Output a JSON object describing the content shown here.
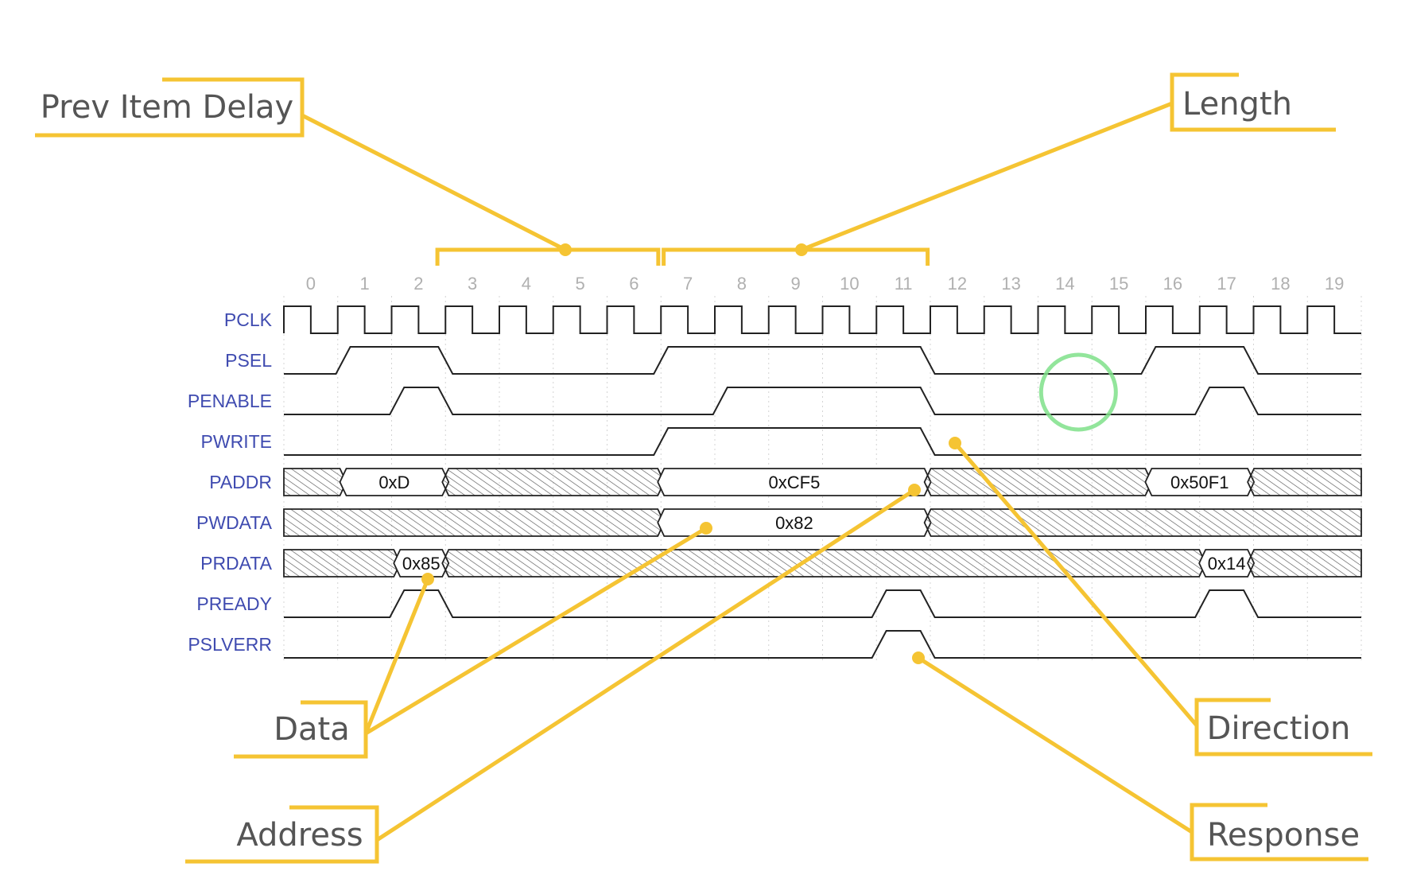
{
  "cycles": [
    "0",
    "1",
    "2",
    "3",
    "4",
    "5",
    "6",
    "7",
    "8",
    "9",
    "10",
    "11",
    "12",
    "13",
    "14",
    "15",
    "16",
    "17",
    "18",
    "19"
  ],
  "signals": [
    {
      "id": "pclk",
      "label": "PCLK",
      "type": "clock"
    },
    {
      "id": "psel",
      "label": "PSEL",
      "type": "bit",
      "high": [
        [
          1.1,
          3.0
        ],
        [
          7.0,
          11.95
        ],
        [
          16.05,
          17.95
        ]
      ]
    },
    {
      "id": "penable",
      "label": "PENABLE",
      "type": "bit",
      "high": [
        [
          2.1,
          3.0
        ],
        [
          8.1,
          11.95
        ],
        [
          17.05,
          17.95
        ]
      ]
    },
    {
      "id": "pwrite",
      "label": "PWRITE",
      "type": "bit",
      "high": [
        [
          7.0,
          11.95
        ]
      ]
    },
    {
      "id": "paddr",
      "label": "PADDR",
      "type": "bus",
      "segments": [
        {
          "start": 0,
          "end": 1.1,
          "value": null
        },
        {
          "start": 1.1,
          "end": 3.0,
          "value": "0xD"
        },
        {
          "start": 3.0,
          "end": 7.0,
          "value": null
        },
        {
          "start": 7.0,
          "end": 11.95,
          "value": "0xCF5"
        },
        {
          "start": 11.95,
          "end": 16.05,
          "value": null
        },
        {
          "start": 16.05,
          "end": 17.95,
          "value": "0x50F1"
        },
        {
          "start": 17.95,
          "end": 20,
          "value": null
        }
      ]
    },
    {
      "id": "pwdata",
      "label": "PWDATA",
      "type": "bus",
      "segments": [
        {
          "start": 0,
          "end": 7.0,
          "value": null
        },
        {
          "start": 7.0,
          "end": 11.95,
          "value": "0x82"
        },
        {
          "start": 11.95,
          "end": 20,
          "value": null
        }
      ]
    },
    {
      "id": "prdata",
      "label": "PRDATA",
      "type": "bus",
      "segments": [
        {
          "start": 0,
          "end": 2.1,
          "value": null
        },
        {
          "start": 2.1,
          "end": 3.0,
          "value": "0x85"
        },
        {
          "start": 3.0,
          "end": 17.05,
          "value": null
        },
        {
          "start": 17.05,
          "end": 17.95,
          "value": "0x14"
        },
        {
          "start": 17.95,
          "end": 20,
          "value": null
        }
      ]
    },
    {
      "id": "pready",
      "label": "PREADY",
      "type": "bit",
      "high": [
        [
          2.1,
          3.0
        ],
        [
          11.05,
          11.95
        ],
        [
          17.05,
          17.95
        ]
      ]
    },
    {
      "id": "pslverr",
      "label": "PSLVERR",
      "type": "bit",
      "high": [
        [
          11.05,
          11.95
        ]
      ]
    }
  ],
  "callouts": [
    {
      "id": "prev-item-delay",
      "label": "Prev Item Delay"
    },
    {
      "id": "length",
      "label": "Length"
    },
    {
      "id": "data",
      "label": "Data"
    },
    {
      "id": "address",
      "label": "Address"
    },
    {
      "id": "direction",
      "label": "Direction"
    },
    {
      "id": "response",
      "label": "Response"
    }
  ],
  "brackets": [
    {
      "id": "delay-bracket",
      "start": 2.85,
      "end": 6.95
    },
    {
      "id": "length-bracket",
      "start": 7.05,
      "end": 11.95
    }
  ],
  "highlight": {
    "cycle": 14.75,
    "color": "#7fe08a"
  },
  "colors": {
    "accent": "#f5c433",
    "signal_label": "#3f4bb0",
    "wave": "#222222",
    "tick": "#b0b0b0",
    "callout_text": "#555555"
  }
}
